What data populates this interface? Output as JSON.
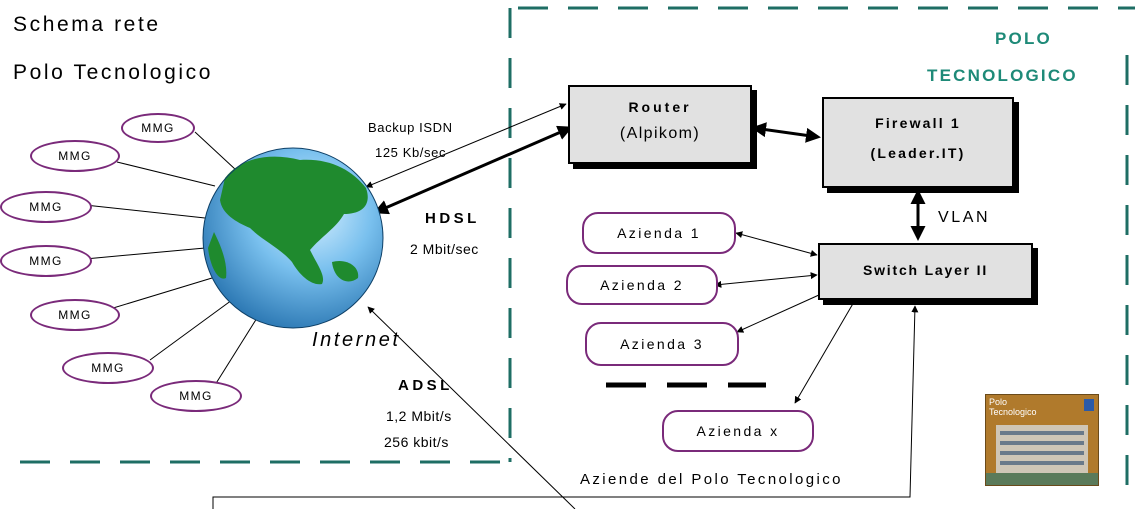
{
  "title": {
    "line1": "Schema rete",
    "line2": "Polo Tecnologico"
  },
  "zone": {
    "line1": "POLO",
    "line2": "TECNOLOGICO",
    "color": "#1e8a78"
  },
  "router": {
    "name": "Router",
    "vendor": "(Alpikom)"
  },
  "firewall": {
    "name": "Firewall 1",
    "vendor": "(Leader.IT)"
  },
  "switch": {
    "name": "Switch Layer II"
  },
  "links": {
    "backup": {
      "line1": "Backup ISDN",
      "line2": "125 Kb/sec"
    },
    "hdsl": {
      "name": "HDSL",
      "speed": "2 Mbit/sec"
    },
    "vlan": "VLAN",
    "adsl": {
      "name": "ADSL",
      "speed1": "1,2 Mbit/s",
      "speed2": "256 kbit/s"
    }
  },
  "internet": "Internet",
  "mmg_nodes": [
    "MMG",
    "MMG",
    "MMG",
    "MMG",
    "MMG",
    "MMG",
    "MMG"
  ],
  "aziende": [
    "Azienda 1",
    "Azienda 2",
    "Azienda 3",
    "Azienda x"
  ],
  "aziende_caption": "Aziende del Polo Tecnologico",
  "logo": {
    "line1": "Polo",
    "line2": "Tecnologico"
  },
  "colors": {
    "node_border": "#7a2a7a",
    "box_fill": "#e1e1e1",
    "dash": "#1e6e64"
  },
  "icons": [
    "globe-icon",
    "building-photo-icon"
  ]
}
